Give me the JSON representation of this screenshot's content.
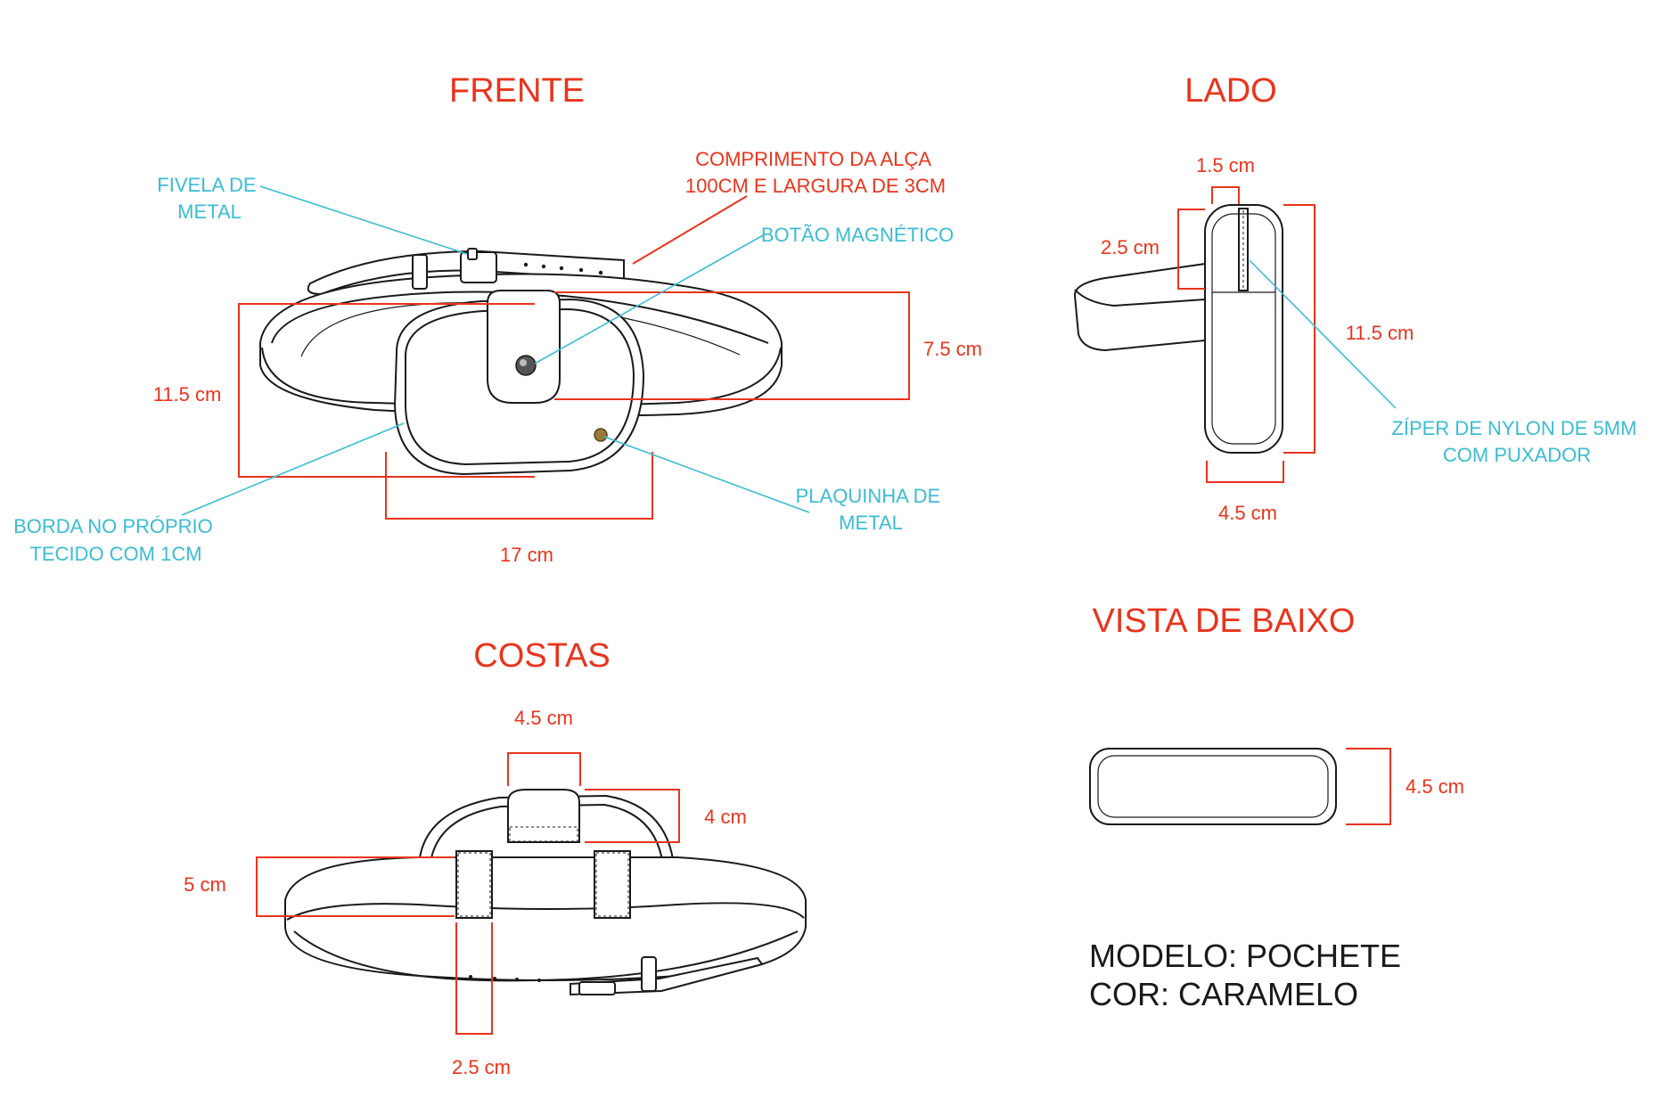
{
  "views": {
    "front": {
      "title": "FRENTE"
    },
    "side": {
      "title": "LADO"
    },
    "back": {
      "title": "COSTAS"
    },
    "bottom": {
      "title": "VISTA DE BAIXO"
    }
  },
  "front_labels": {
    "buckle": [
      "FIVELA DE",
      "METAL"
    ],
    "strap": [
      "COMPRIMENTO DA ALÇA",
      "100CM E LARGURA DE 3CM"
    ],
    "magnet": "BOTÃO MAGNÉTICO",
    "height": "11.5 cm",
    "flap": "7.5 cm",
    "width": "17 cm",
    "border": [
      "BORDA NO PRÓPRIO",
      "TECIDO COM 1CM"
    ],
    "plate": [
      "PLAQUINHA DE",
      "METAL"
    ]
  },
  "side_labels": {
    "top": "1.5 cm",
    "strap": "2.5 cm",
    "height": "11.5 cm",
    "depth": "4.5 cm",
    "zipper": [
      "ZÍPER DE NYLON DE 5MM",
      "COM PUXADOR"
    ]
  },
  "back_labels": {
    "flap_width": "4.5 cm",
    "flap_height": "4 cm",
    "loop_height": "5 cm",
    "loop_width": "2.5 cm"
  },
  "bottom_labels": {
    "depth": "4.5 cm"
  },
  "model": {
    "name": "MODELO: POCHETE",
    "color": "COR: CARAMELO"
  },
  "colors": {
    "dimension": "#e8341c",
    "annotation": "#3bbcd4",
    "outline": "#1a1a1a"
  }
}
